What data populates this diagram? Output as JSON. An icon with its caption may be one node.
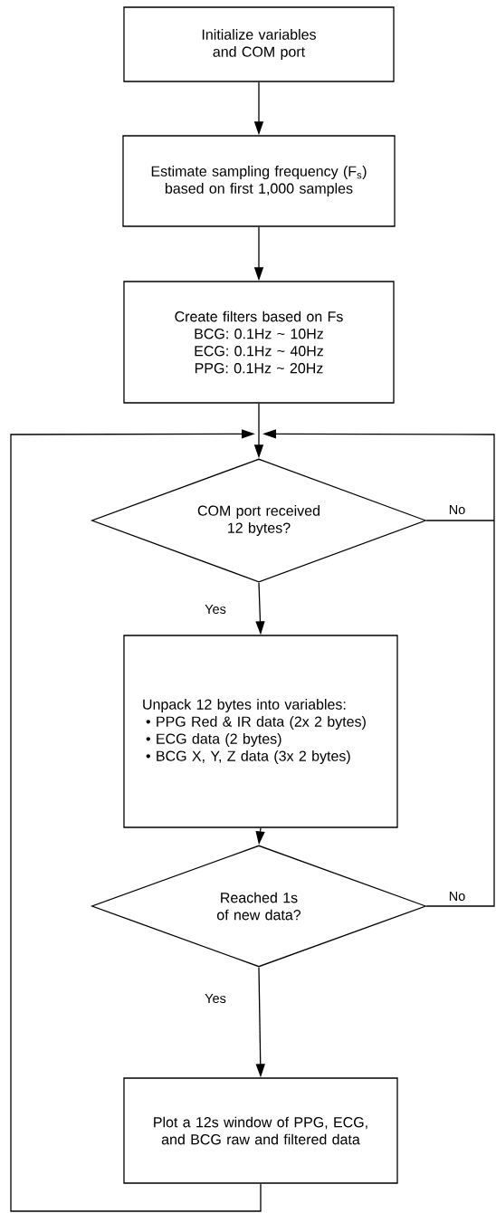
{
  "diagram": {
    "nodes": [
      {
        "text": [
          "Initialize variables and COM port"
        ]
      },
      {
        "text": [
          "Estimate sampling frequency (F$_{s}$) based on first 1,000 samples"
        ]
      },
      {
        "text": [
          "Create filters based on Fs",
          "BCG: 0.1Hz ~ 10Hz",
          "ECG: 0.1Hz ~ 40Hz",
          "PPG: 0.1Hz ~ 20Hz"
        ]
      },
      {
        "text": [
          "COM port received 12 bytes?"
        ]
      },
      {
        "text": [
          "Unpack 12 bytes into variables:",
          "• PPG Red & IR data (2x 2 bytes)",
          "• ECG data (2 bytes)",
          "• BCG X, Y, Z data (3x 2 bytes)"
        ]
      },
      {
        "text": [
          "Reached 1s of new data?"
        ]
      },
      {
        "text": [
          "Plot a 12s window of PPG, ECG, and BCG raw and filtered data"
        ]
      }
    ],
    "edges": [
      {
        "from": 0,
        "to": 1,
        "arrow": "to"
      },
      {
        "from": 1,
        "to": 2,
        "arrow": "to"
      },
      {
        "from": 2,
        "to": 3,
        "arrow": "to"
      },
      {
        "from": 3,
        "to": 4,
        "arrow": "to",
        "label": "Yes"
      },
      {
        "from": 4,
        "to": 5,
        "arrow": "to"
      },
      {
        "from": 5,
        "to": 6,
        "arrow": "to",
        "label": "Yes"
      },
      {
        "from": 3,
        "to": 3,
        "arrow": "to",
        "label": "No"
      },
      {
        "from": 5,
        "to": 3,
        "arrow": "to",
        "label": "No"
      },
      {
        "from": 6,
        "to": 3,
        "arrow": "to"
      }
    ]
  }
}
